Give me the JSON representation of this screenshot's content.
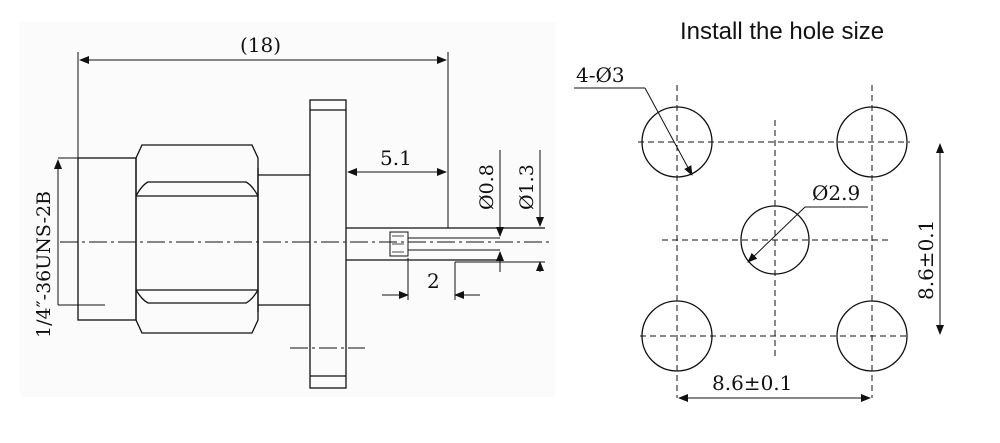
{
  "connector_drawing": {
    "overall_length": "(18)",
    "thread_spec": "1/4″-36UNS-2B",
    "pin_length": "5.1",
    "pin_dia": "Ø0.8",
    "insulator_dia": "Ø1.3",
    "tip_length": "2"
  },
  "hole_pattern": {
    "title": "Install the hole size",
    "mount_holes": "4-Ø3",
    "center_hole": "Ø2.9",
    "vertical_spacing": "8.6±0.1",
    "horizontal_spacing": "8.6±0.1"
  }
}
